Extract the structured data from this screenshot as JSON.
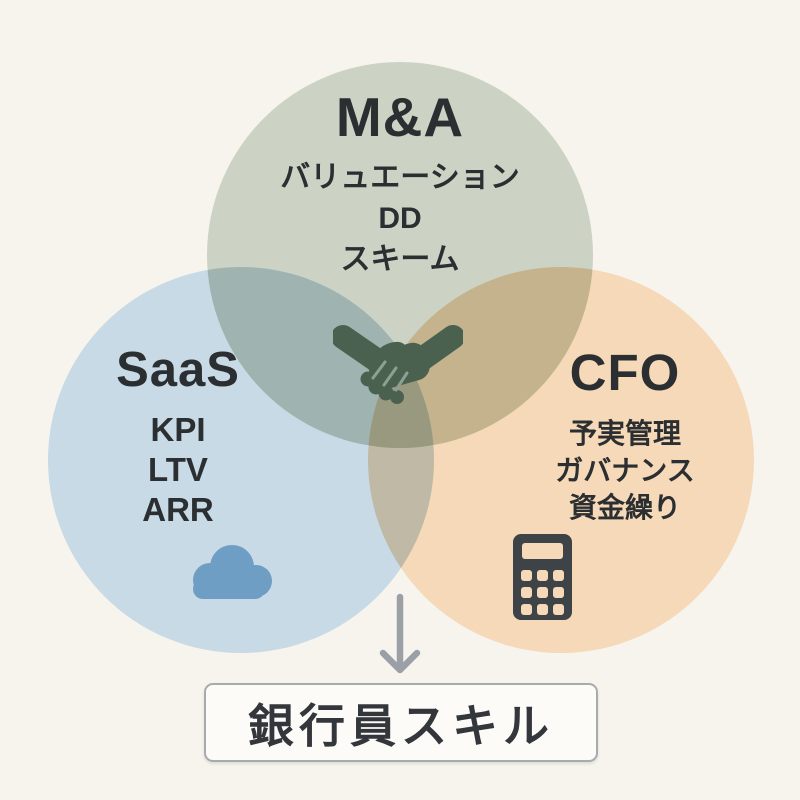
{
  "venn": {
    "circles": [
      {
        "name": "M&A",
        "items": [
          "バリュエーション",
          "DD",
          "スキーム"
        ]
      },
      {
        "name": "SaaS",
        "items": [
          "KPI",
          "LTV",
          "ARR"
        ]
      },
      {
        "name": "CFO",
        "items": [
          "予実管理",
          "ガバナンス",
          "資金繰り"
        ]
      }
    ],
    "center_icon": "handshake-icon",
    "saas_icon": "cloud-icon",
    "cfo_icon": "calculator-icon",
    "result": {
      "label": "銀行員スキル"
    }
  },
  "colors": {
    "background": "#f7f4ee",
    "circle_ma": "#ccd3c4",
    "circle_saas": "#c7dae5",
    "circle_cfo": "#f5d9b8",
    "handshake": "#4b614f",
    "handshake_gap": "#8ea08f",
    "cloud": "#6f9ec5",
    "calculator": "#3e4347",
    "calculator_keys": "#f5d9b8",
    "arrow": "#9aa0a6",
    "text": "#2b2f31",
    "box_border": "#a8abae",
    "box_background": "#fcfbf8"
  }
}
